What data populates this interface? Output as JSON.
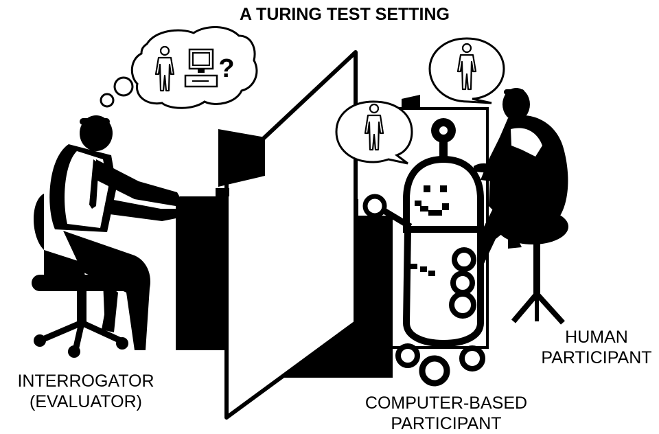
{
  "title": "A TURING TEST SETTING",
  "labels": {
    "interrogator": [
      "INTERROGATOR",
      "(EVALUATOR)"
    ],
    "computer_participant": [
      "COMPUTER-BASED",
      "PARTICIPANT"
    ],
    "human_participant": [
      "HUMAN",
      "PARTICIPANT"
    ]
  },
  "thought_bubble_symbol": "?",
  "colors": {
    "ink": "#000000",
    "paper": "#ffffff"
  }
}
